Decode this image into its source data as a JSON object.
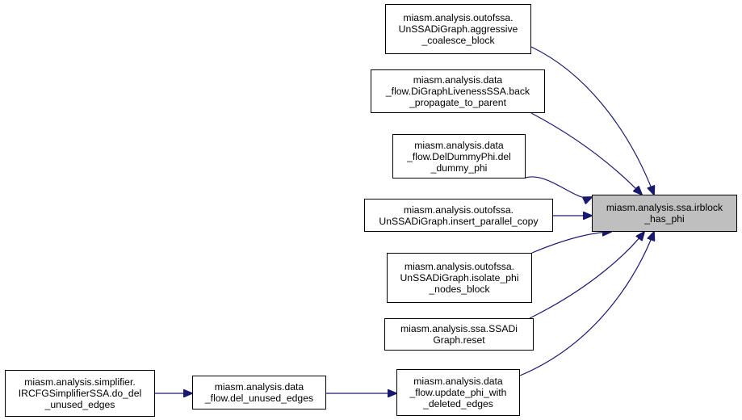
{
  "graph": {
    "edge_color": "#191970",
    "target_fill": "#bfbfbf",
    "nodes": [
      {
        "id": "target",
        "lines": [
          "miasm.analysis.ssa.irblock",
          "_has_phi"
        ]
      },
      {
        "id": "n1",
        "lines": [
          "miasm.analysis.outofssa.",
          "UnSSADiGraph.aggressive",
          "_coalesce_block"
        ]
      },
      {
        "id": "n2",
        "lines": [
          "miasm.analysis.data",
          "_flow.DiGraphLivenessSSA.back",
          "_propagate_to_parent"
        ]
      },
      {
        "id": "n3",
        "lines": [
          "miasm.analysis.data",
          "_flow.DelDummyPhi.del",
          "_dummy_phi"
        ]
      },
      {
        "id": "n4",
        "lines": [
          "miasm.analysis.outofssa.",
          "UnSSADiGraph.insert_parallel_copy"
        ]
      },
      {
        "id": "n5",
        "lines": [
          "miasm.analysis.outofssa.",
          "UnSSADiGraph.isolate_phi",
          "_nodes_block"
        ]
      },
      {
        "id": "n6",
        "lines": [
          "miasm.analysis.ssa.SSADi",
          "Graph.reset"
        ]
      },
      {
        "id": "n7",
        "lines": [
          "miasm.analysis.data",
          "_flow.update_phi_with",
          "_deleted_edges"
        ]
      },
      {
        "id": "n8",
        "lines": [
          "miasm.analysis.data",
          "_flow.del_unused_edges"
        ]
      },
      {
        "id": "n9",
        "lines": [
          "miasm.analysis.simplifier.",
          "IRCFGSimplifierSSA.do_del",
          "_unused_edges"
        ]
      }
    ],
    "edges": [
      {
        "from": "n1",
        "to": "target"
      },
      {
        "from": "n2",
        "to": "target"
      },
      {
        "from": "n3",
        "to": "target"
      },
      {
        "from": "n4",
        "to": "target"
      },
      {
        "from": "n5",
        "to": "target"
      },
      {
        "from": "n6",
        "to": "target"
      },
      {
        "from": "n7",
        "to": "target"
      },
      {
        "from": "n8",
        "to": "n7"
      },
      {
        "from": "n9",
        "to": "n8"
      }
    ]
  }
}
